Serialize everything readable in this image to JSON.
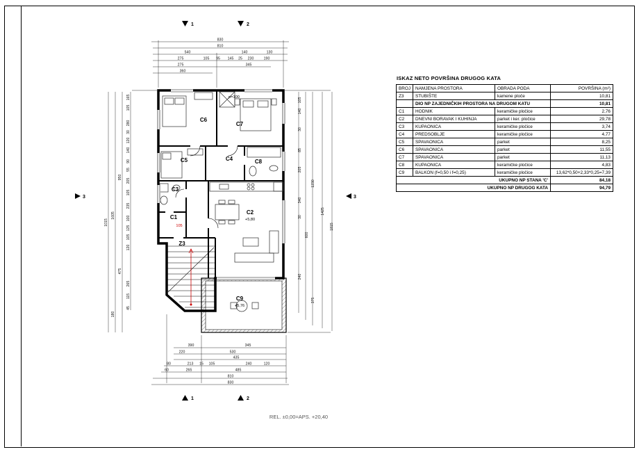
{
  "table": {
    "title": "ISKAZ NETO POVRŠINA DRUGOG KATA",
    "headers": [
      "BROJ",
      "NAMJENA PROSTORA",
      "OBRADA PODA",
      "POVRŠINA (m²)"
    ],
    "rows": [
      {
        "id": "Z3",
        "name": "STUBIŠTE",
        "floor": "kamene ploče",
        "area": "10,81"
      },
      {
        "id": "C1",
        "name": "HODNIK",
        "floor": "keramičke pločice",
        "area": "2,76"
      },
      {
        "id": "C2",
        "name": "DNEVNI BORAVAK I KUHINJA",
        "floor": "parket i ker. pločice",
        "area": "29,78"
      },
      {
        "id": "C3",
        "name": "KUPAONICA",
        "floor": "keramičke pločice",
        "area": "3,74"
      },
      {
        "id": "C4",
        "name": "PREDSOBLJE",
        "floor": "keramičke pločice",
        "area": "4,77"
      },
      {
        "id": "C5",
        "name": "SPAVAONICA",
        "floor": "parket",
        "area": "8,25"
      },
      {
        "id": "C6",
        "name": "SPAVAONICA",
        "floor": "parket",
        "area": "11,55"
      },
      {
        "id": "C7",
        "name": "SPAVAONICA",
        "floor": "parket",
        "area": "11,13"
      },
      {
        "id": "C8",
        "name": "KUPAONICA",
        "floor": "keramičke pločice",
        "area": "4,83"
      },
      {
        "id": "C9",
        "name": "BALKON (f=0,50 i f=0,25)",
        "floor": "keramičke pločice",
        "area": "13,62*0,50+2,33*0,25=7,39"
      }
    ],
    "subtotal_common": {
      "label": "DIO NP ZAJEDNIČKIH PROSTORA NA DRUGOM KATU",
      "area": "10,81"
    },
    "totals": [
      {
        "label": "UKUPNO NP STANA 'C'",
        "area": "84,18"
      },
      {
        "label": "UKUPNO NP DRUGOG KATA",
        "area": "94,79"
      }
    ]
  },
  "plan": {
    "rooms": {
      "c1": "C1",
      "c2": "C2",
      "c3": "C3",
      "c4": "C4",
      "c5": "C5",
      "c6": "C6",
      "c7": "C7",
      "c8": "C8",
      "c9": "C9",
      "z3": "Z3"
    },
    "levels": {
      "c2": "+5,80",
      "c9": "+5,76",
      "attic": "p=100"
    },
    "markers": {
      "m1": "1",
      "m2": "2",
      "m3": "3"
    },
    "stair_dim": "105"
  },
  "dims": {
    "top": [
      "830",
      "810",
      "540",
      "140",
      "130",
      "275",
      "105",
      "95",
      "145",
      "25",
      "230",
      "190",
      "275",
      "345",
      "360"
    ],
    "left": [
      "165",
      "105",
      "280",
      "30",
      "120",
      "140",
      "90",
      "55",
      "205",
      "105",
      "235",
      "100",
      "125",
      "105",
      "120",
      "265",
      "115",
      "45",
      "950",
      "475",
      "180",
      "1605",
      "1015"
    ],
    "right": [
      "105",
      "140",
      "30",
      "85",
      "205",
      "340",
      "30",
      "600",
      "240",
      "375",
      "1230",
      "1425",
      "1815"
    ],
    "bottom": [
      "390",
      "345",
      "220",
      "530",
      "435",
      "80",
      "213",
      "15",
      "105",
      "240",
      "120",
      "60",
      "265",
      "485",
      "810",
      "830"
    ]
  },
  "footer": {
    "rel_note": "REL. ±0,00=APS. +20,40"
  }
}
